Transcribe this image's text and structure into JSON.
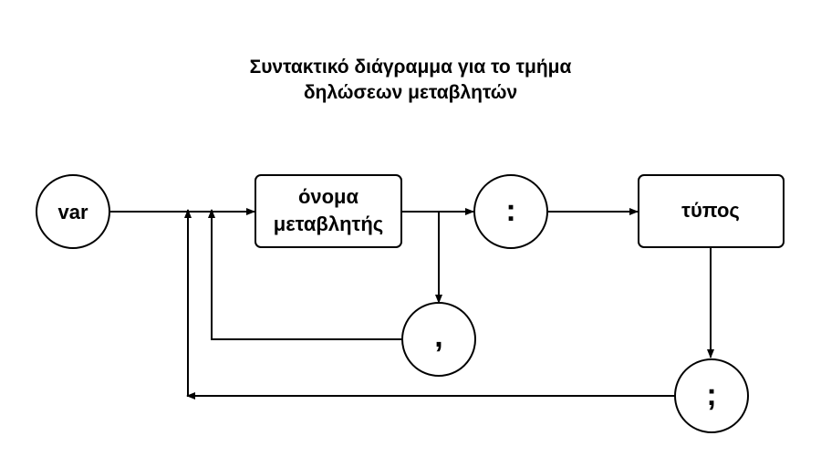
{
  "title": {
    "line1": "Συντακτικό διάγραμμα για το τμήμα",
    "line2": "δηλώσεων μεταβλητών"
  },
  "nodes": {
    "var": "var",
    "variable_name_line1": "όνομα",
    "variable_name_line2": "μεταβλητής",
    "colon": ":",
    "type": "τύπος",
    "comma": ",",
    "semicolon": ";"
  }
}
